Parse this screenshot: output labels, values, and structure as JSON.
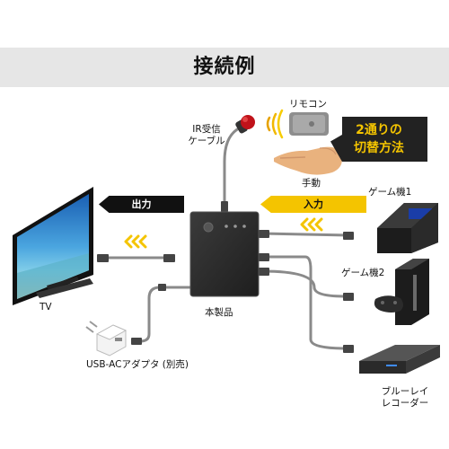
{
  "title": "接続例",
  "labels": {
    "ir_cable_line1": "IR受信",
    "ir_cable_line2": "ケーブル",
    "remote": "リモコン",
    "manual": "手動",
    "switching_line1": "2通りの",
    "switching_line2": "切替方法",
    "output": "出力",
    "input": "入力",
    "game1": "ゲーム機1",
    "game2": "ゲーム機2",
    "tv": "TV",
    "product": "本製品",
    "adapter": "USB-ACアダプタ (別売)",
    "recorder_line1": "ブルーレイ",
    "recorder_line2": "レコーダー"
  },
  "colors": {
    "accent": "#f4c400",
    "dark": "#111111",
    "ir_tip": "#c0121a"
  }
}
